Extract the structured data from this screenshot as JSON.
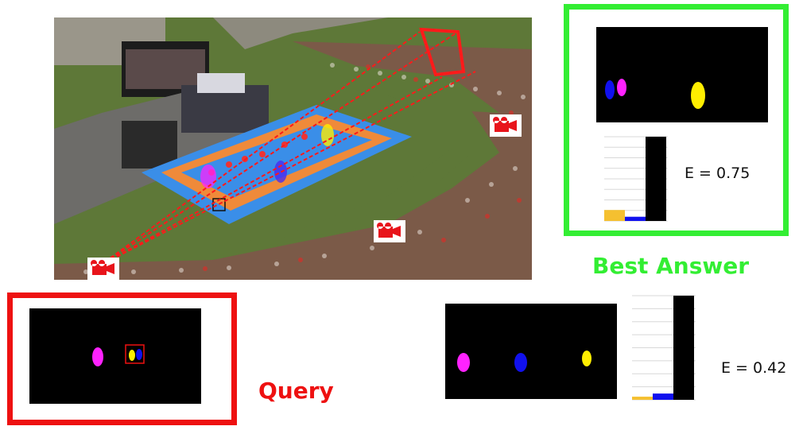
{
  "labels": {
    "best_answer": "Best Answer",
    "query": "Query",
    "best_energy": "E = 0.75",
    "other_energy": "E = 0.42"
  },
  "colors": {
    "best_frame": "#33ee33",
    "query_frame": "#ee1111",
    "magenta": "#ff22ff",
    "blue": "#1111ee",
    "yellow": "#ffee00",
    "camera_red": "#e8141b",
    "ray_red": "#ff1a1a"
  },
  "histograms": {
    "best": {
      "bars": [
        {
          "name": "yellow",
          "color": "#f5c030",
          "value": 0.13
        },
        {
          "name": "blue",
          "color": "#1111ee",
          "value": 0.05
        },
        {
          "name": "black",
          "color": "#000000",
          "value": 1.0
        }
      ]
    },
    "other": {
      "bars": [
        {
          "name": "yellow",
          "color": "#f5c030",
          "value": 0.03
        },
        {
          "name": "blue",
          "color": "#1111ee",
          "value": 0.06
        },
        {
          "name": "black",
          "color": "#000000",
          "value": 1.0
        }
      ]
    }
  },
  "icons": [
    "camera-icon",
    "camera-icon",
    "camera-icon"
  ]
}
